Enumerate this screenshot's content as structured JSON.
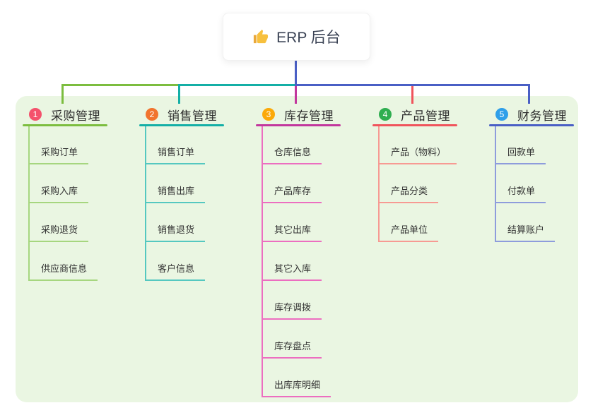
{
  "root": {
    "label": "ERP 后台",
    "icon": "thumbs-up-icon",
    "line_color": "#4a5fc5"
  },
  "panel": {
    "background": "#eaf6e2"
  },
  "branches": [
    {
      "index": "1",
      "label": "采购管理",
      "badge_color": "#f4516c",
      "line_color": "#7cbd3f",
      "child_line_color": "#a6d67f",
      "children": [
        "采购订单",
        "采购入库",
        "采购退货",
        "供应商信息"
      ]
    },
    {
      "index": "2",
      "label": "销售管理",
      "badge_color": "#f1742e",
      "line_color": "#14afa6",
      "child_line_color": "#55c8c0",
      "children": [
        "销售订单",
        "销售出库",
        "销售退货",
        "客户信息"
      ]
    },
    {
      "index": "3",
      "label": "库存管理",
      "badge_color": "#fba908",
      "line_color": "#c2379d",
      "child_line_color": "#ec6ec0",
      "children": [
        "仓库信息",
        "产品库存",
        "其它出库",
        "其它入库",
        "库存调拨",
        "库存盘点",
        "出库库明细"
      ]
    },
    {
      "index": "4",
      "label": "产品管理",
      "badge_color": "#2fae50",
      "line_color": "#f0545c",
      "child_line_color": "#f79a93",
      "children": [
        "产品（物料）",
        "产品分类",
        "产品单位"
      ]
    },
    {
      "index": "5",
      "label": "财务管理",
      "badge_color": "#2f9fe9",
      "line_color": "#4a5fc5",
      "child_line_color": "#8e9cdc",
      "children": [
        "回款单",
        "付款单",
        "结算账户"
      ]
    }
  ]
}
